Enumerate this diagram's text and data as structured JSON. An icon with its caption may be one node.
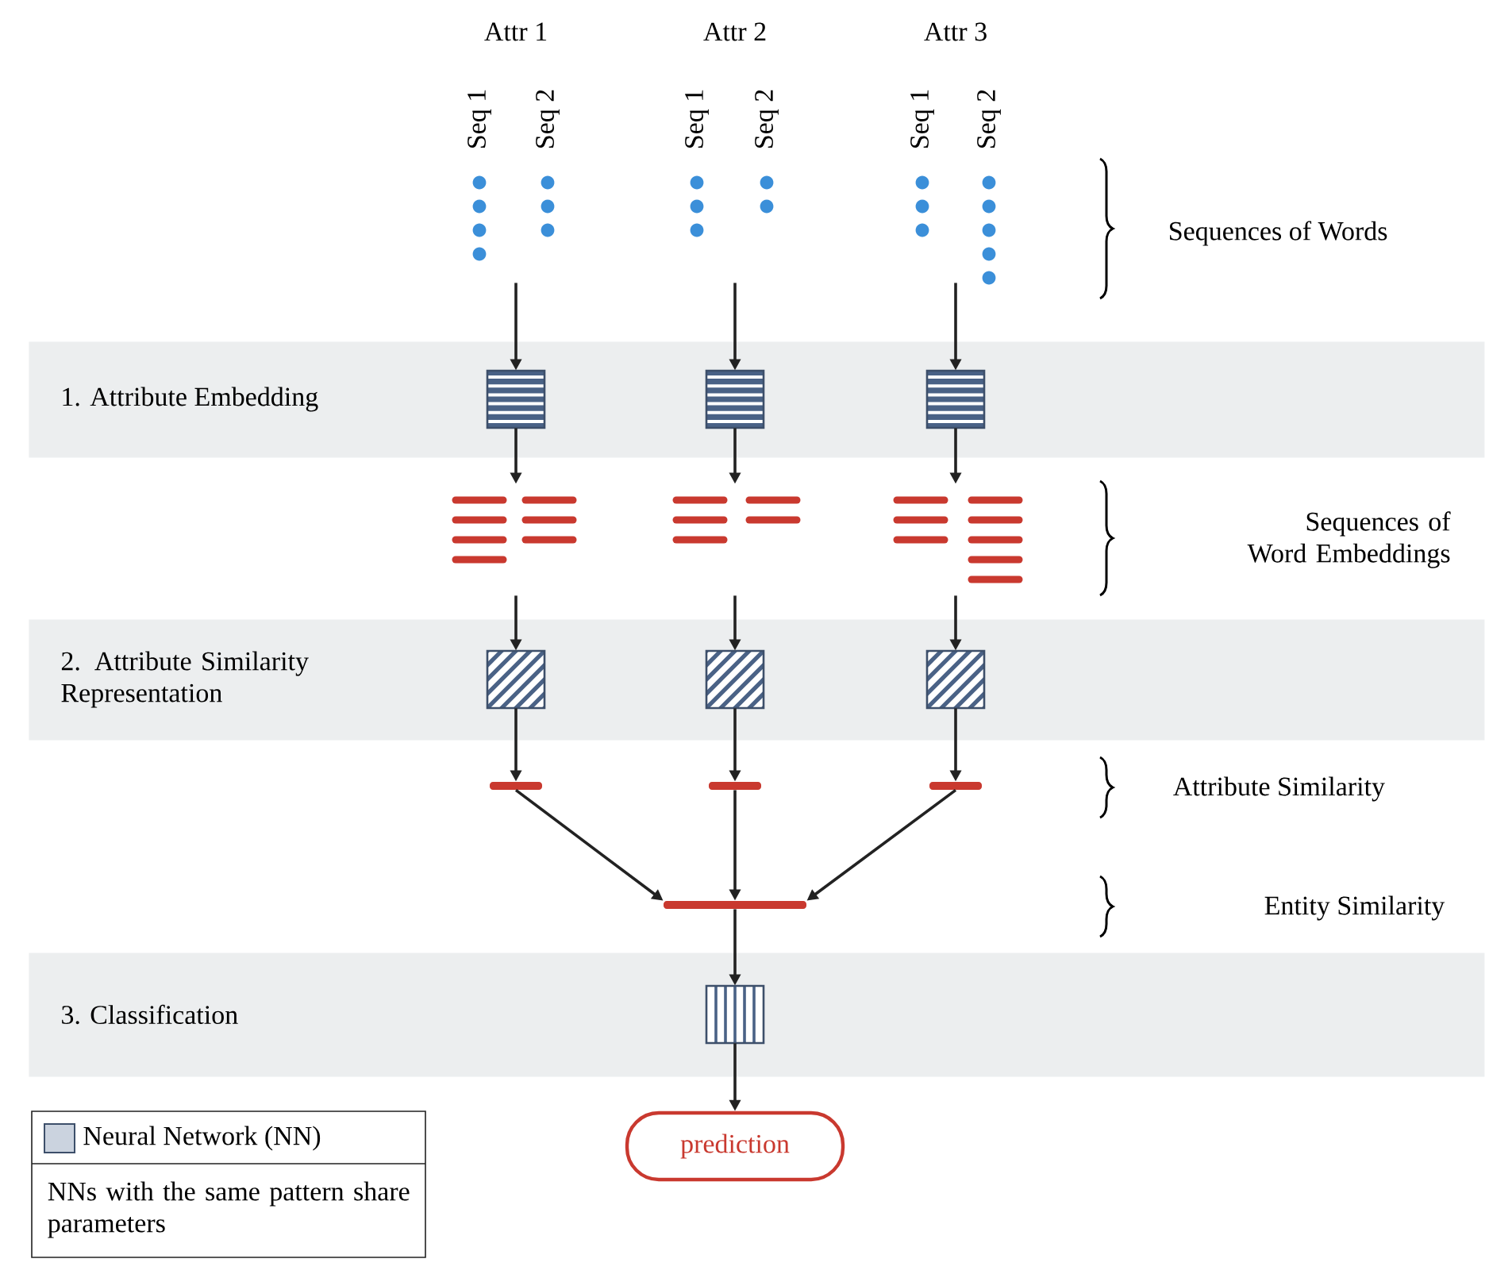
{
  "diagram": {
    "nodes": [
      {
        "text": [
          "1. Attribute Embedding"
        ]
      },
      {
        "text": [
          "2. Attribute Similarity Representation"
        ]
      },
      {
        "text": [
          "3. Classification"
        ]
      },
      {
        "text": [
          "Attr 1",
          "Seq 1",
          "Seq 2"
        ]
      },
      {
        "text": [
          "Attr 2",
          "Seq 1",
          "Seq 2"
        ]
      },
      {
        "text": [
          "Attr 3",
          "Seq 1",
          "Seq 2"
        ]
      },
      {
        "text": [],
        "shape": "box",
        "in": 0
      },
      {
        "text": [],
        "shape": "box",
        "in": 0
      },
      {
        "text": [],
        "shape": "box",
        "in": 0
      },
      {
        "text": [],
        "shape": "bar"
      },
      {
        "text": [],
        "shape": "bar"
      },
      {
        "text": [],
        "shape": "bar"
      },
      {
        "text": [],
        "shape": "box",
        "in": 1
      },
      {
        "text": [],
        "shape": "box",
        "in": 1
      },
      {
        "text": [],
        "shape": "box",
        "in": 1
      },
      {
        "text": [],
        "shape": "bar"
      },
      {
        "text": [],
        "shape": "bar"
      },
      {
        "text": [],
        "shape": "bar"
      },
      {
        "text": [],
        "shape": "bar"
      },
      {
        "text": [],
        "shape": "box",
        "in": 2
      },
      {
        "text": [
          "prediction"
        ]
      }
    ],
    "edges": [
      {
        "from": 3,
        "to": 6,
        "arrow": "to"
      },
      {
        "from": 4,
        "to": 7,
        "arrow": "to"
      },
      {
        "from": 5,
        "to": 8,
        "arrow": "to"
      },
      {
        "from": 6,
        "to": 9,
        "arrow": "to"
      },
      {
        "from": 7,
        "to": 10,
        "arrow": "to"
      },
      {
        "from": 8,
        "to": 11,
        "arrow": "to"
      },
      {
        "from": 9,
        "to": 12,
        "arrow": "to"
      },
      {
        "from": 10,
        "to": 13,
        "arrow": "to"
      },
      {
        "from": 11,
        "to": 14,
        "arrow": "to"
      },
      {
        "from": 12,
        "to": 15,
        "arrow": "to"
      },
      {
        "from": 13,
        "to": 16,
        "arrow": "to"
      },
      {
        "from": 14,
        "to": 17,
        "arrow": "to"
      },
      {
        "from": 15,
        "to": 18,
        "arrow": "to"
      },
      {
        "from": 16,
        "to": 18,
        "arrow": "to"
      },
      {
        "from": 17,
        "to": 18,
        "arrow": "to"
      },
      {
        "from": 18,
        "to": 19,
        "arrow": "to"
      },
      {
        "from": 19,
        "to": 20,
        "arrow": "to"
      }
    ],
    "labels": [
      "Sequences of Words",
      "Sequences of Word Embeddings",
      "Attribute Similarity",
      "Entity Similarity",
      "NNs with the same pattern share parameters"
    ],
    "legend": [
      {
        "text": "Neural Network (NN)",
        "color": "#cbd3df"
      }
    ]
  }
}
